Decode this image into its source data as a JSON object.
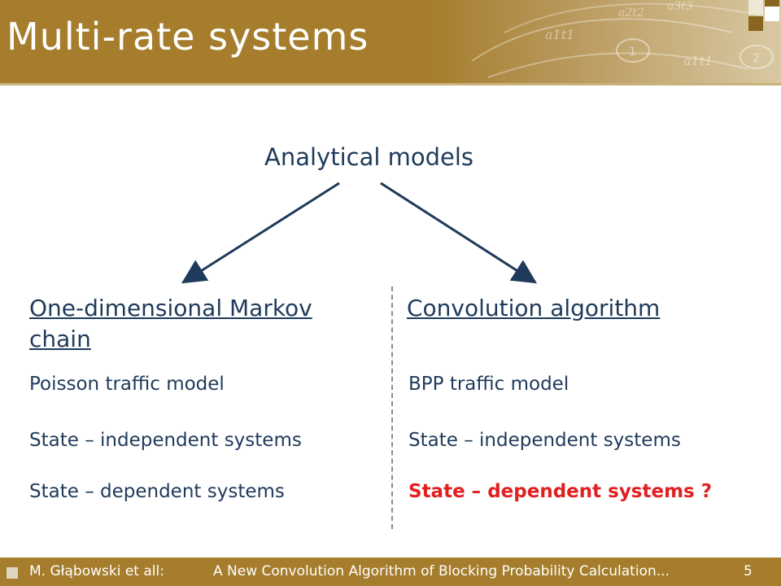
{
  "slide": {
    "title": "Multi-rate systems",
    "root": "Analytical models",
    "left": {
      "heading": "One-dimensional Markov chain",
      "items": [
        "Poisson traffic model",
        "State – independent systems",
        "State – dependent systems"
      ]
    },
    "right": {
      "heading": "Convolution algorithm",
      "items": [
        "BPP  traffic model",
        "State – independent systems",
        "State – dependent systems ?"
      ]
    }
  },
  "header_art": {
    "labels": [
      "a2t2",
      "a3t3",
      "a1t1",
      "a1t1",
      "1",
      "2"
    ]
  },
  "footer": {
    "authors": "M. Głąbowski et all:",
    "title": "A New Convolution Algorithm of Blocking Probability Calculation...",
    "page": "5"
  },
  "colors": {
    "header": "#a57d2c",
    "text": "#1f3a5a",
    "highlight": "#e02020"
  }
}
